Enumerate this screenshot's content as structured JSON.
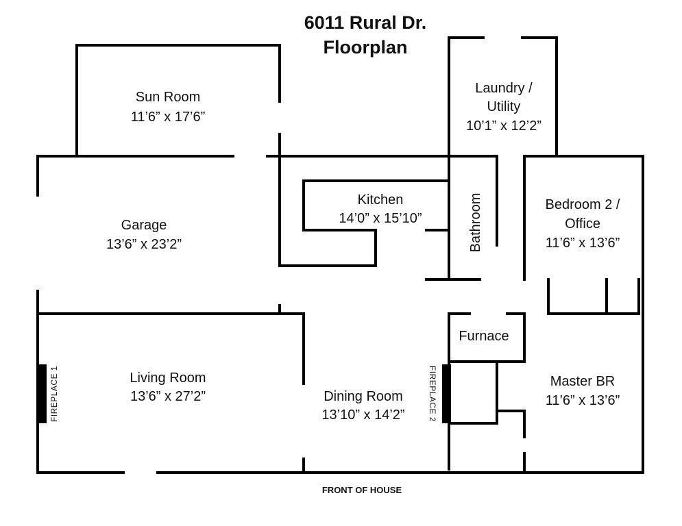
{
  "title": {
    "line1": "6011 Rural Dr.",
    "line2": "Floorplan"
  },
  "rooms": {
    "sun_room": {
      "name": "Sun Room",
      "dims": "11’6” x 17’6”"
    },
    "laundry": {
      "name1": "Laundry /",
      "name2": "Utility",
      "dims": "10’1” x 12’2”"
    },
    "garage": {
      "name": "Garage",
      "dims": "13’6” x 23’2”"
    },
    "kitchen": {
      "name": "Kitchen",
      "dims": "14’0” x 15’10”"
    },
    "bathroom": {
      "name": "Bathroom"
    },
    "bedroom2": {
      "name1": "Bedroom 2 /",
      "name2": "Office",
      "dims": "11’6” x 13’6”"
    },
    "furnace": {
      "name": "Furnace"
    },
    "living_room": {
      "name": "Living Room",
      "dims": "13’6” x 27’2”"
    },
    "dining_room": {
      "name": "Dining Room",
      "dims": "13’10” x 14’2”"
    },
    "master": {
      "name": "Master BR",
      "dims": "11’6” x 13’6”"
    }
  },
  "fireplaces": {
    "fp1": "FIREPLACE 1",
    "fp2": "FIREPLACE 2"
  },
  "front_label": "FRONT OF HOUSE"
}
